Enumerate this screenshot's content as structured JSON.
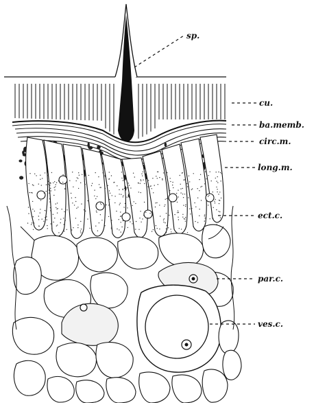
{
  "labels": {
    "sp": "sp.",
    "cu": "cu.",
    "ba_memb": "ba.memb.",
    "circ_m": "circ.m.",
    "long_m": "long.m.",
    "ect_c": "ect.c.",
    "par_c": "par.c.",
    "ves_c": "ves.c."
  },
  "colors": {
    "ink": "#111111",
    "background": "#ffffff"
  }
}
